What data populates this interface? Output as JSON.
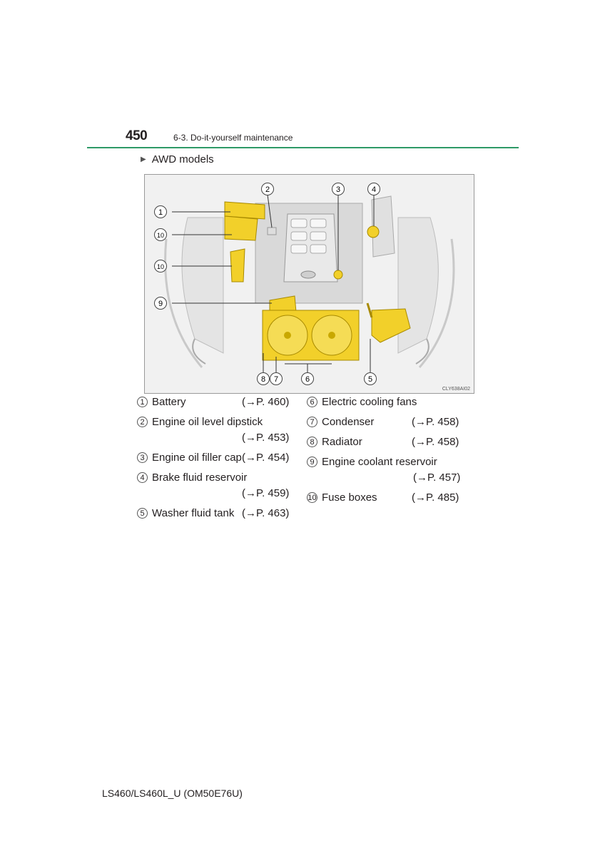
{
  "header": {
    "page_number": "450",
    "section": "6-3. Do-it-yourself maintenance"
  },
  "subhead": "AWD models",
  "figure": {
    "code": "CLY638AI02",
    "callouts": [
      "1",
      "2",
      "3",
      "4",
      "5",
      "6",
      "7",
      "8",
      "9",
      "10",
      "10"
    ],
    "highlight_color": "#f2d02a"
  },
  "legend": [
    {
      "n": "1",
      "label": "Battery",
      "ref": "(→P. 460)"
    },
    {
      "n": "2",
      "label": "Engine oil level dipstick",
      "ref": "(→P. 453)"
    },
    {
      "n": "3",
      "label": "Engine oil filler cap",
      "ref": "(→P. 454)"
    },
    {
      "n": "4",
      "label": "Brake fluid reservoir",
      "ref": "(→P. 459)"
    },
    {
      "n": "5",
      "label": "Washer fluid tank",
      "ref": "(→P. 463)"
    },
    {
      "n": "6",
      "label": "Electric cooling fans",
      "ref": ""
    },
    {
      "n": "7",
      "label": "Condenser",
      "ref": "(→P. 458)"
    },
    {
      "n": "8",
      "label": "Radiator",
      "ref": "(→P. 458)"
    },
    {
      "n": "9",
      "label": "Engine coolant reservoir",
      "ref": "(→P. 457)"
    },
    {
      "n": "10",
      "label": "Fuse boxes",
      "ref": "(→P. 485)"
    }
  ],
  "footer": "LS460/LS460L_U (OM50E76U)"
}
